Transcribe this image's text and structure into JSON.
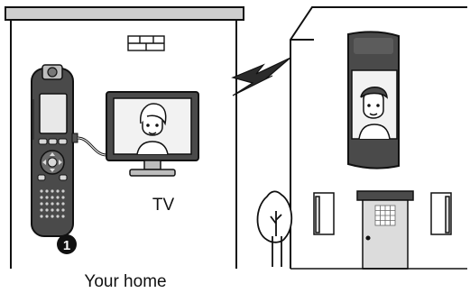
{
  "labels": {
    "tv": "TV",
    "home": "Your home",
    "step_marker": "1"
  },
  "icons": [
    "brick-icon",
    "lightning-icon",
    "camera-recorder-icon",
    "tv-icon",
    "person-face-icon",
    "mobile-phone-icon",
    "tree-icon",
    "door-icon"
  ],
  "colors": {
    "line": "#111111",
    "device_dark": "#4a4a4a",
    "screen": "#f2f2f2"
  }
}
